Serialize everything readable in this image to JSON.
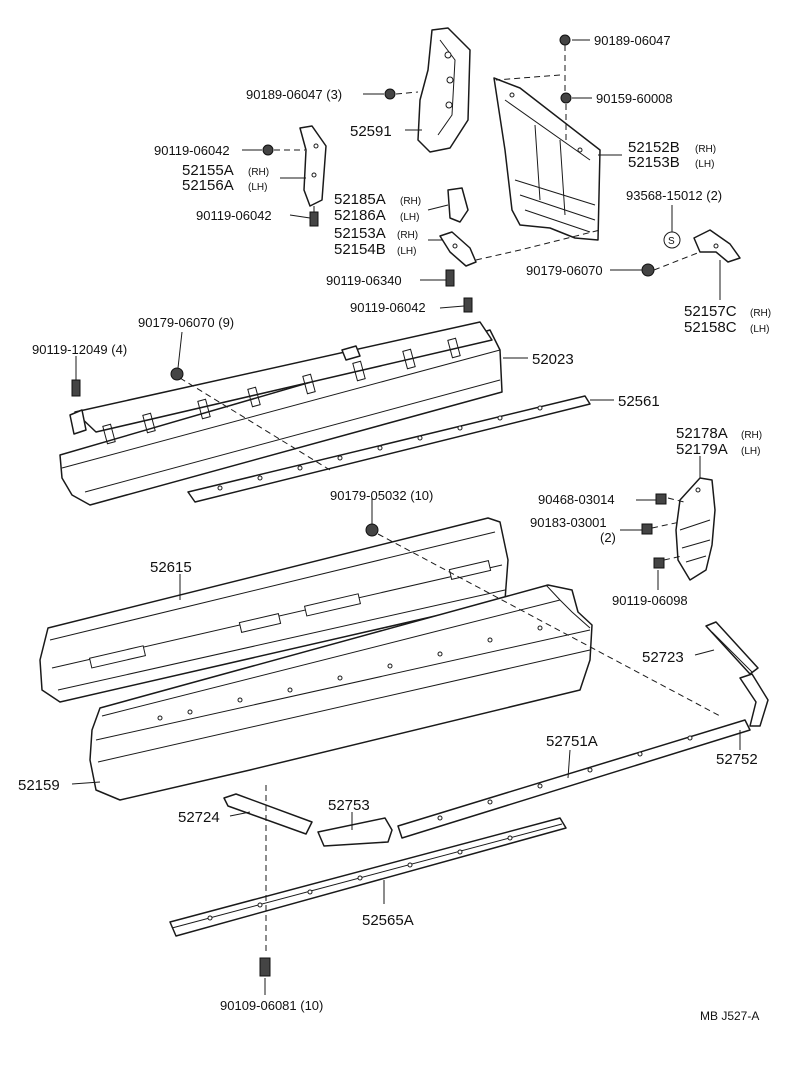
{
  "diagram": {
    "drawing_code": "MB  J527-A"
  },
  "labels": {
    "p90189_06047_top": "90189-06047",
    "p90159_60008": "90159-60008",
    "p90189_06047_left": "90189-06047 (3)",
    "p52591": "52591",
    "p90119_06042_a": "90119-06042",
    "p52155a": "52155A",
    "p52156a": "52156A",
    "p90119_06042_b": "90119-06042",
    "p52152b": "52152B",
    "p52153b": "52153B",
    "p52185a": "52185A",
    "p52186a": "52186A",
    "p52153a": "52153A",
    "p52154b": "52154B",
    "p93568_15012": "93568-15012 (2)",
    "p90119_06340": "90119-06340",
    "p90179_06070_r": "90179-06070",
    "p90119_06042_c": "90119-06042",
    "p52157c": "52157C",
    "p52158c": "52158C",
    "p90179_06070_9": "90179-06070 (9)",
    "p90119_12049": "90119-12049 (4)",
    "p52023": "52023",
    "p52561": "52561",
    "p52178a": "52178A",
    "p52179a": "52179A",
    "p90179_05032": "90179-05032 (10)",
    "p90468_03014": "90468-03014",
    "p90183_03001": "90183-03001",
    "p90183_qty": "(2)",
    "p90119_06098": "90119-06098",
    "p52615": "52615",
    "p52723": "52723",
    "p52751a": "52751A",
    "p52752": "52752",
    "p52159": "52159",
    "p52724": "52724",
    "p52753": "52753",
    "p52565a": "52565A",
    "p90109_06081": "90109-06081 (10)"
  },
  "side_codes": {
    "rh": "(RH)",
    "lh": "(LH)"
  }
}
